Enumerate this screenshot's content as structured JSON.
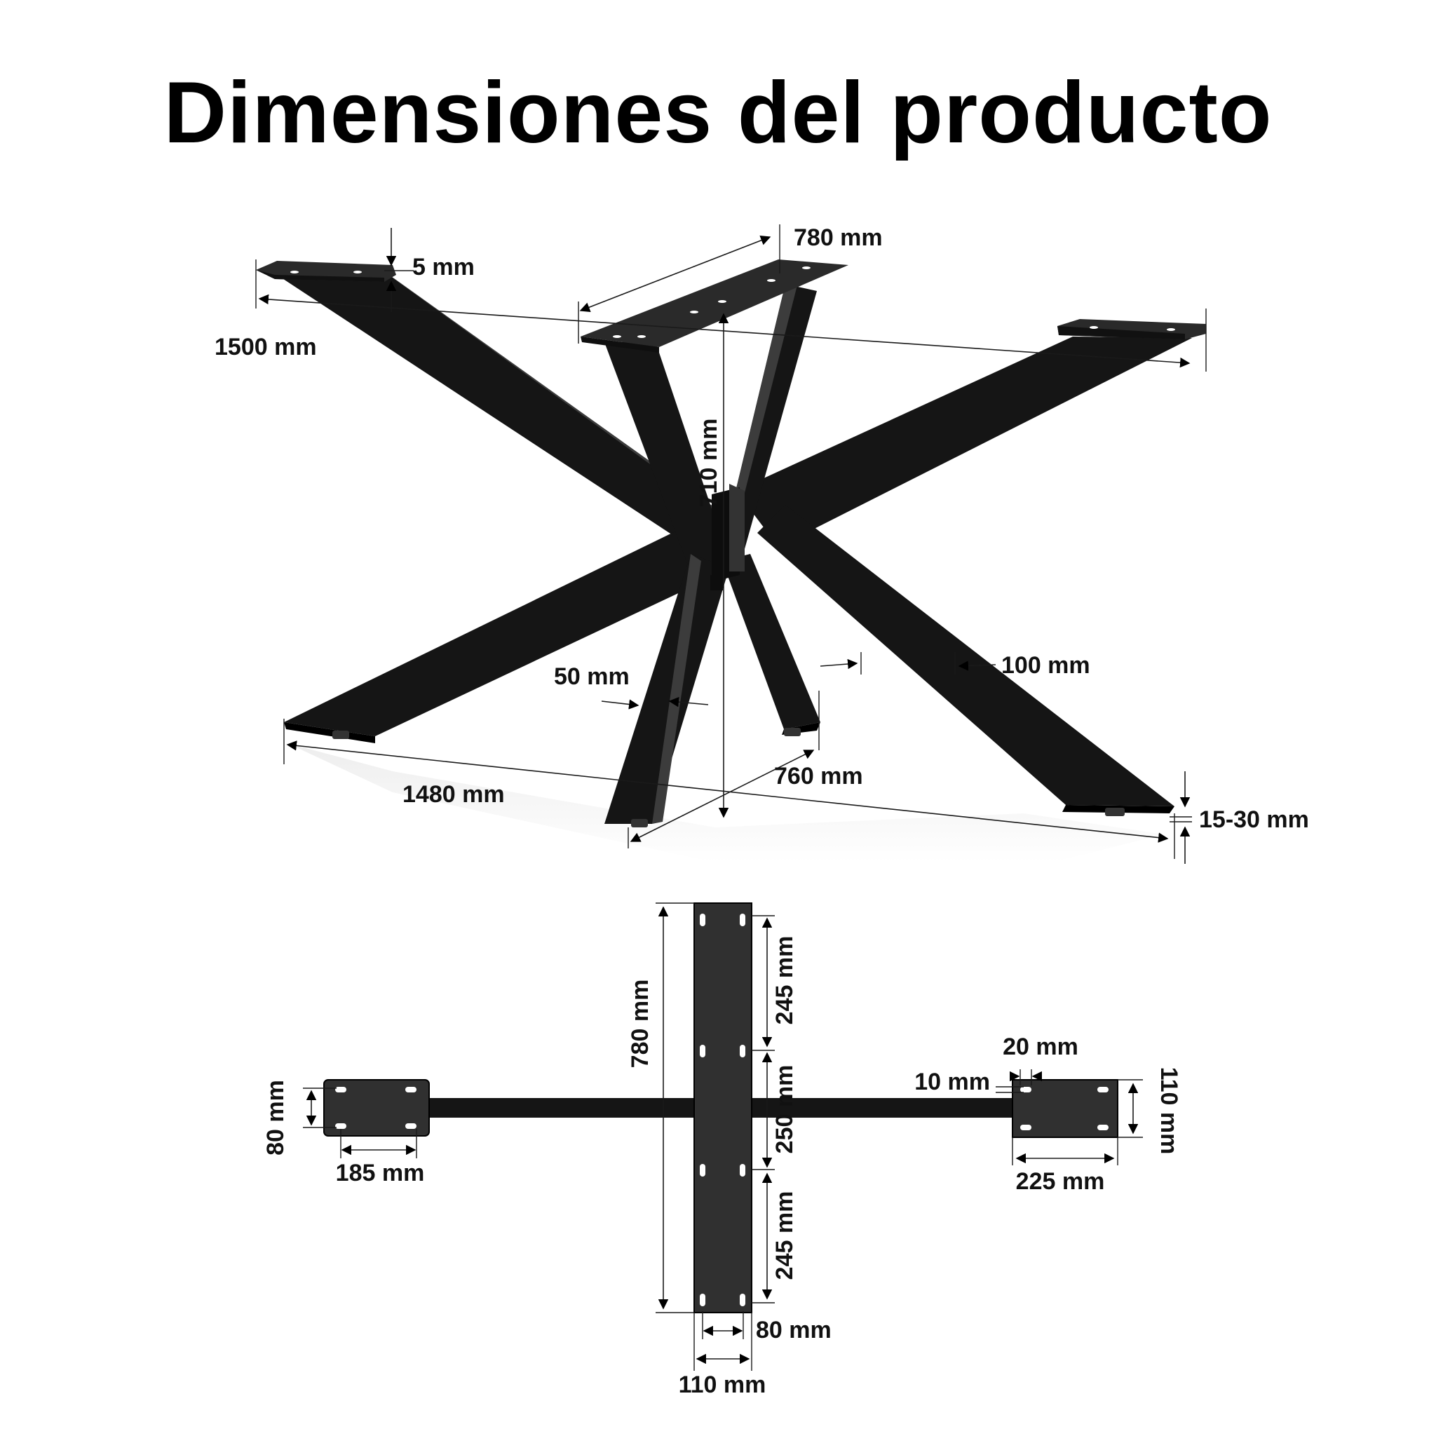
{
  "title": "Dimensiones del producto",
  "colors": {
    "metal": "#151515",
    "metal_dark": "#000000",
    "metal_light": "#3c3c3c",
    "plate": "#2a2a2a",
    "hole": "#ffffff",
    "line": "#1a1a1a"
  },
  "perspective_dims": {
    "top_width": "780 mm",
    "plate_thickness": "5 mm",
    "top_length": "1500 mm",
    "height": "710 mm",
    "leg_width_small": "50 mm",
    "leg_width_large": "100 mm",
    "base_width": "760 mm",
    "base_length": "1480 mm",
    "glide_height": "15-30 mm"
  },
  "top_view_dims": {
    "center_plate_length": "780 mm",
    "hole_spacing_top": "245 mm",
    "hole_spacing_middle": "250 mm",
    "hole_spacing_bottom": "245 mm",
    "center_hole_spacing": "80 mm",
    "center_plate_width": "110 mm",
    "left_plate_height": "80 mm",
    "left_hole_spacing": "185 mm",
    "slot_width": "20 mm",
    "slot_height": "10 mm",
    "right_plate_height": "110 mm",
    "right_plate_width": "225 mm"
  }
}
